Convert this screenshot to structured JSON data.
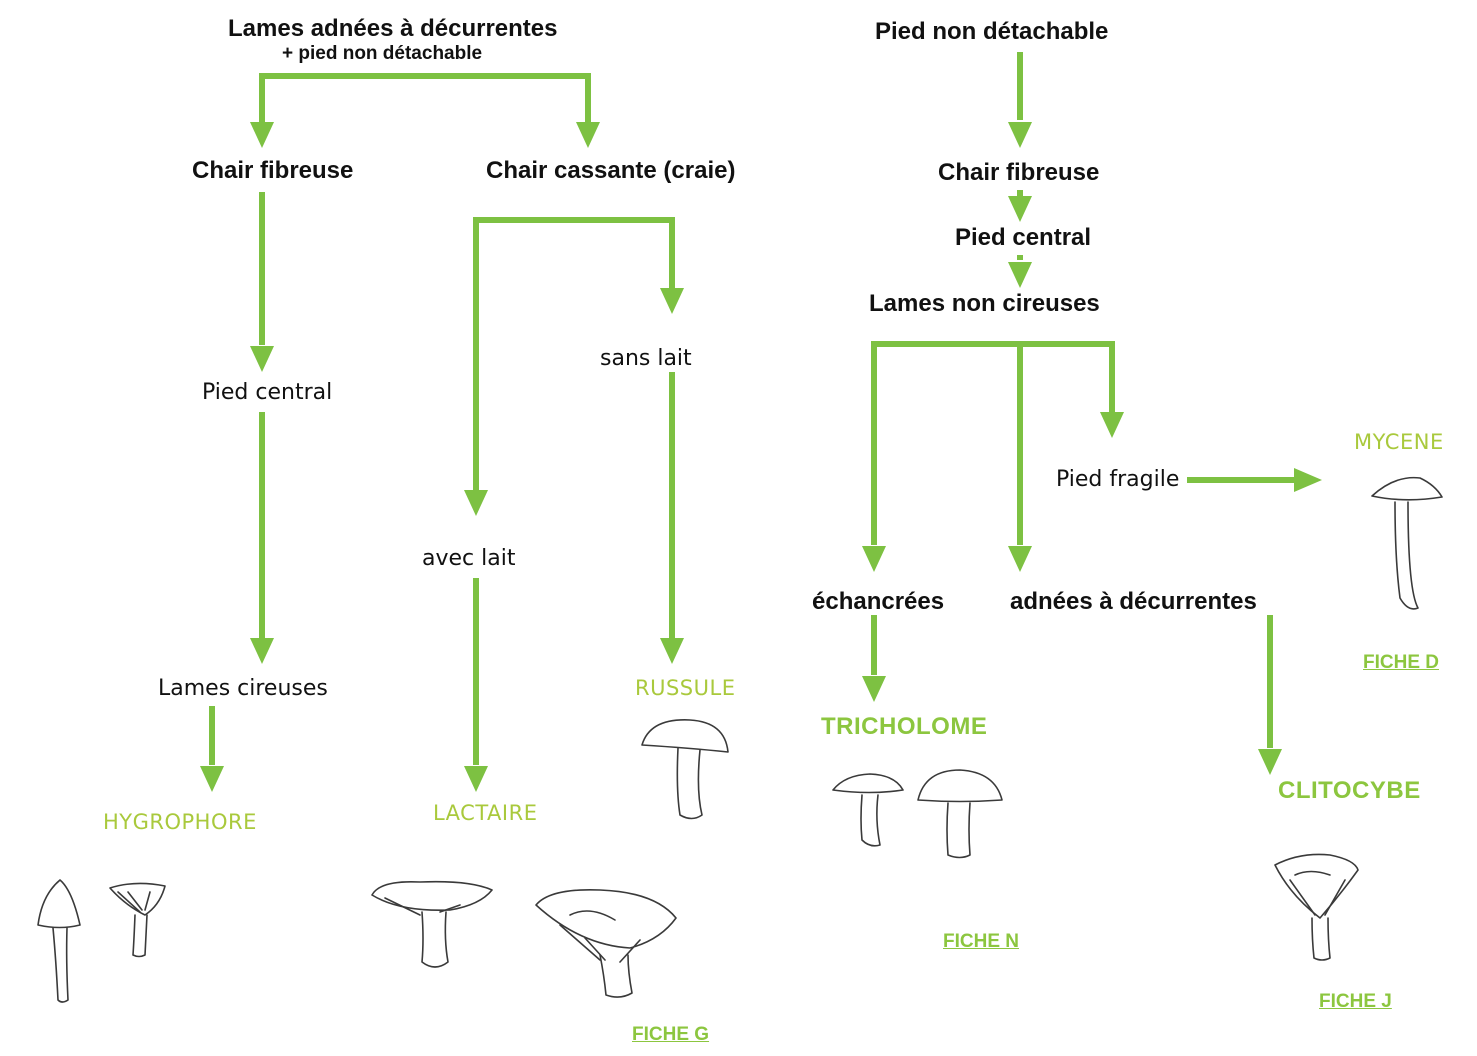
{
  "colors": {
    "arrow": "#7dc142",
    "genus": "#a9c93c",
    "fiche": "#8cc63f",
    "text": "#111111"
  },
  "left_tree": {
    "root": "Lames adnées à décurrentes",
    "root_sub": "+ pied non détachable",
    "chair_fibreuse": "Chair fibreuse",
    "chair_cassante": "Chair cassante (craie)",
    "pied_central": "Pied central",
    "lames_cireuses": "Lames cireuses",
    "sans_lait": "sans lait",
    "avec_lait": "avec lait",
    "genus_hygrophore": "HYGROPHORE",
    "genus_lactaire": "LACTAIRE",
    "genus_russule": "RUSSULE",
    "fiche_g": "FICHE G"
  },
  "right_tree": {
    "root": "Pied non détachable",
    "chair_fibreuse": "Chair fibreuse",
    "pied_central": "Pied central",
    "lames_non_cireuses": "Lames non cireuses",
    "pied_fragile": "Pied fragile",
    "echancrees": "échancrées",
    "adnees": "adnées à décurrentes",
    "genus_mycene": "MYCENE",
    "genus_tricholome": "TRICHOLOME",
    "genus_clitocybe": "CLITOCYBE",
    "fiche_d": "FICHE D",
    "fiche_n": "FICHE N",
    "fiche_j": "FICHE J"
  },
  "illustrations": [
    "hygrophore-mushroom",
    "lactaire-mushroom",
    "russule-mushroom",
    "mycene-mushroom",
    "tricholome-mushroom",
    "clitocybe-mushroom"
  ]
}
